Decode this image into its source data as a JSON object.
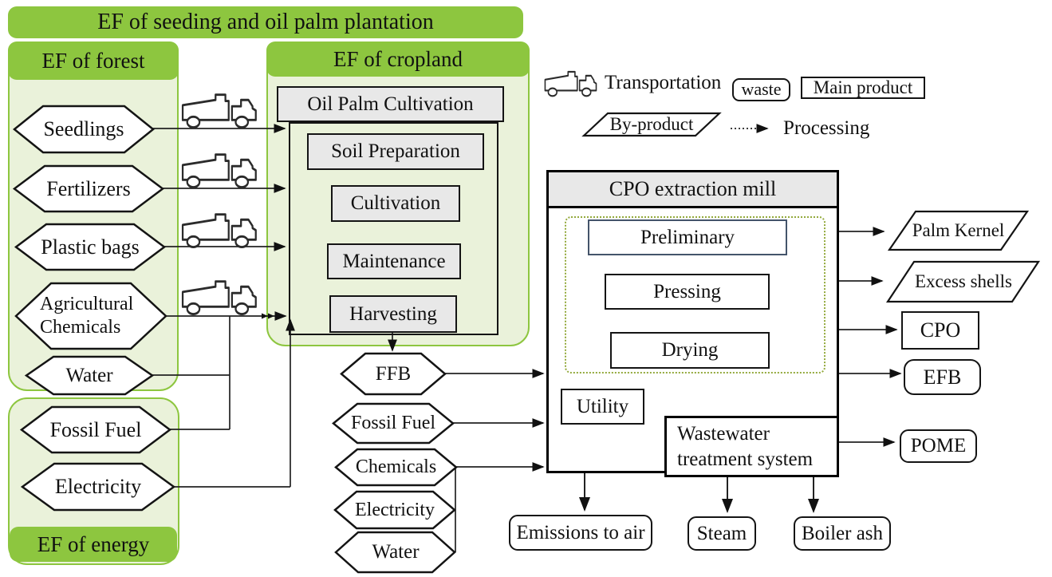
{
  "headers": {
    "plantation": "EF of seeding and oil palm plantation",
    "forest": "EF of forest",
    "cropland": "EF of cropland",
    "energy": "EF of energy",
    "mill": "CPO extraction mill"
  },
  "forest_inputs": [
    {
      "label": "Seedlings"
    },
    {
      "label": "Fertilizers"
    },
    {
      "label": "Plastic bags"
    },
    {
      "label": "Agricultural Chemicals"
    },
    {
      "label": "Water"
    }
  ],
  "energy_inputs": [
    {
      "label": "Fossil Fuel"
    },
    {
      "label": "Electricity"
    }
  ],
  "cropland": {
    "title_box": "Oil Palm Cultivation",
    "steps": [
      {
        "label": "Soil Preparation"
      },
      {
        "label": "Cultivation"
      },
      {
        "label": "Maintenance"
      },
      {
        "label": "Harvesting"
      }
    ]
  },
  "mill_inputs": [
    {
      "label": "FFB"
    },
    {
      "label": "Fossil Fuel"
    },
    {
      "label": "Chemicals"
    },
    {
      "label": "Electricity"
    },
    {
      "label": "Water"
    }
  ],
  "mill": {
    "steps": [
      {
        "label": "Preliminary"
      },
      {
        "label": "Pressing"
      },
      {
        "label": "Drying"
      }
    ],
    "utility": "Utility",
    "wastewater": "Wastewater treatment system"
  },
  "outputs": {
    "palm_kernel": "Palm Kernel",
    "excess_shells": "Excess shells",
    "cpo": "CPO",
    "efb": "EFB",
    "pome": "POME",
    "emissions": "Emissions to air",
    "steam": "Steam",
    "boiler_ash": "Boiler ash"
  },
  "legend": {
    "transportation": "Transportation",
    "waste": "waste",
    "main_product": "Main product",
    "by_product": "By-product",
    "processing": "Processing"
  },
  "icons": {
    "transportation": "truck-icon",
    "processing": "dotted-arrow-icon"
  },
  "colors": {
    "accent_green": "#8dc63f",
    "panel_fill": "#eaf2da",
    "gray_fill": "#e8e8e8",
    "dotted_border": "#93a93c",
    "preliminary_border": "#44546a",
    "line": "#1f1f1f"
  }
}
